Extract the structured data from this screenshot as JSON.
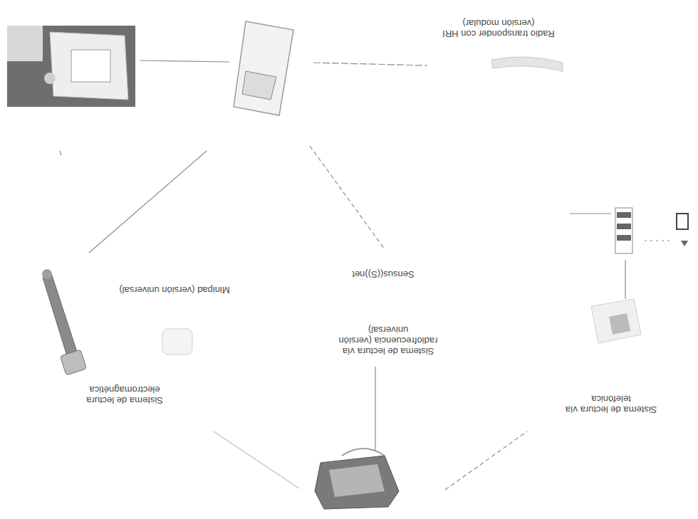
{
  "diagram": {
    "labels": [
      "Radio transponder con HRI (versión modular)",
      "Sensus((S))net",
      "Minipad (versión universal)",
      "Sistema de lectura vía radiofrecuencia (versión universal)",
      "Sistema de lectura electromagnética",
      "Sistema de lectura vía telefónica"
    ]
  }
}
